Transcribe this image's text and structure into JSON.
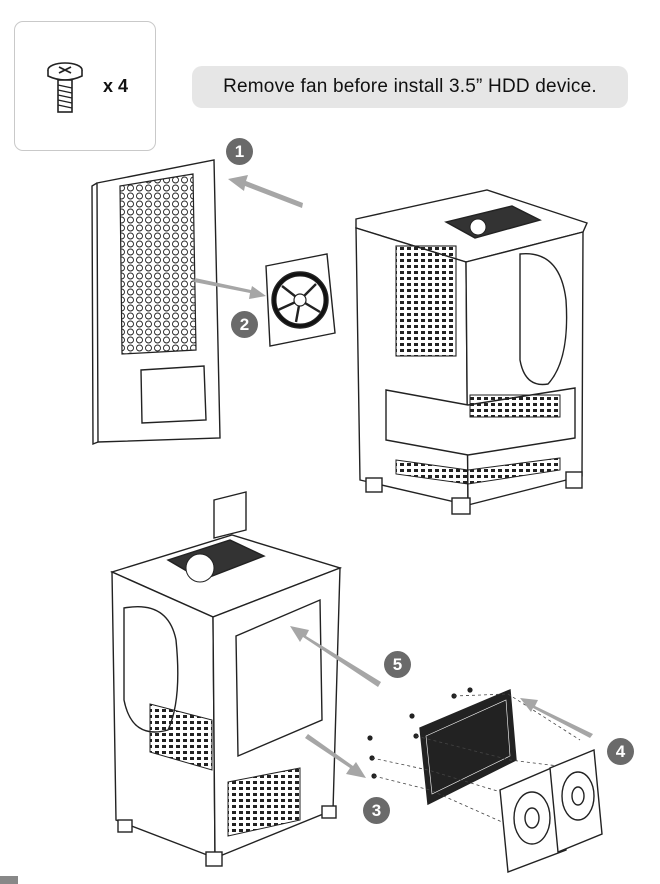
{
  "screws": {
    "quantity": "x 4"
  },
  "instruction": {
    "text": "Remove fan before install 3.5” HDD device."
  },
  "steps": [
    {
      "label": "1"
    },
    {
      "label": "2"
    },
    {
      "label": "3"
    },
    {
      "label": "4"
    },
    {
      "label": "5"
    }
  ],
  "colors": {
    "badge": "#6a6a6a",
    "note_bg": "#e6e6e6",
    "arrow": "#9a9a9a",
    "line": "#222222"
  }
}
